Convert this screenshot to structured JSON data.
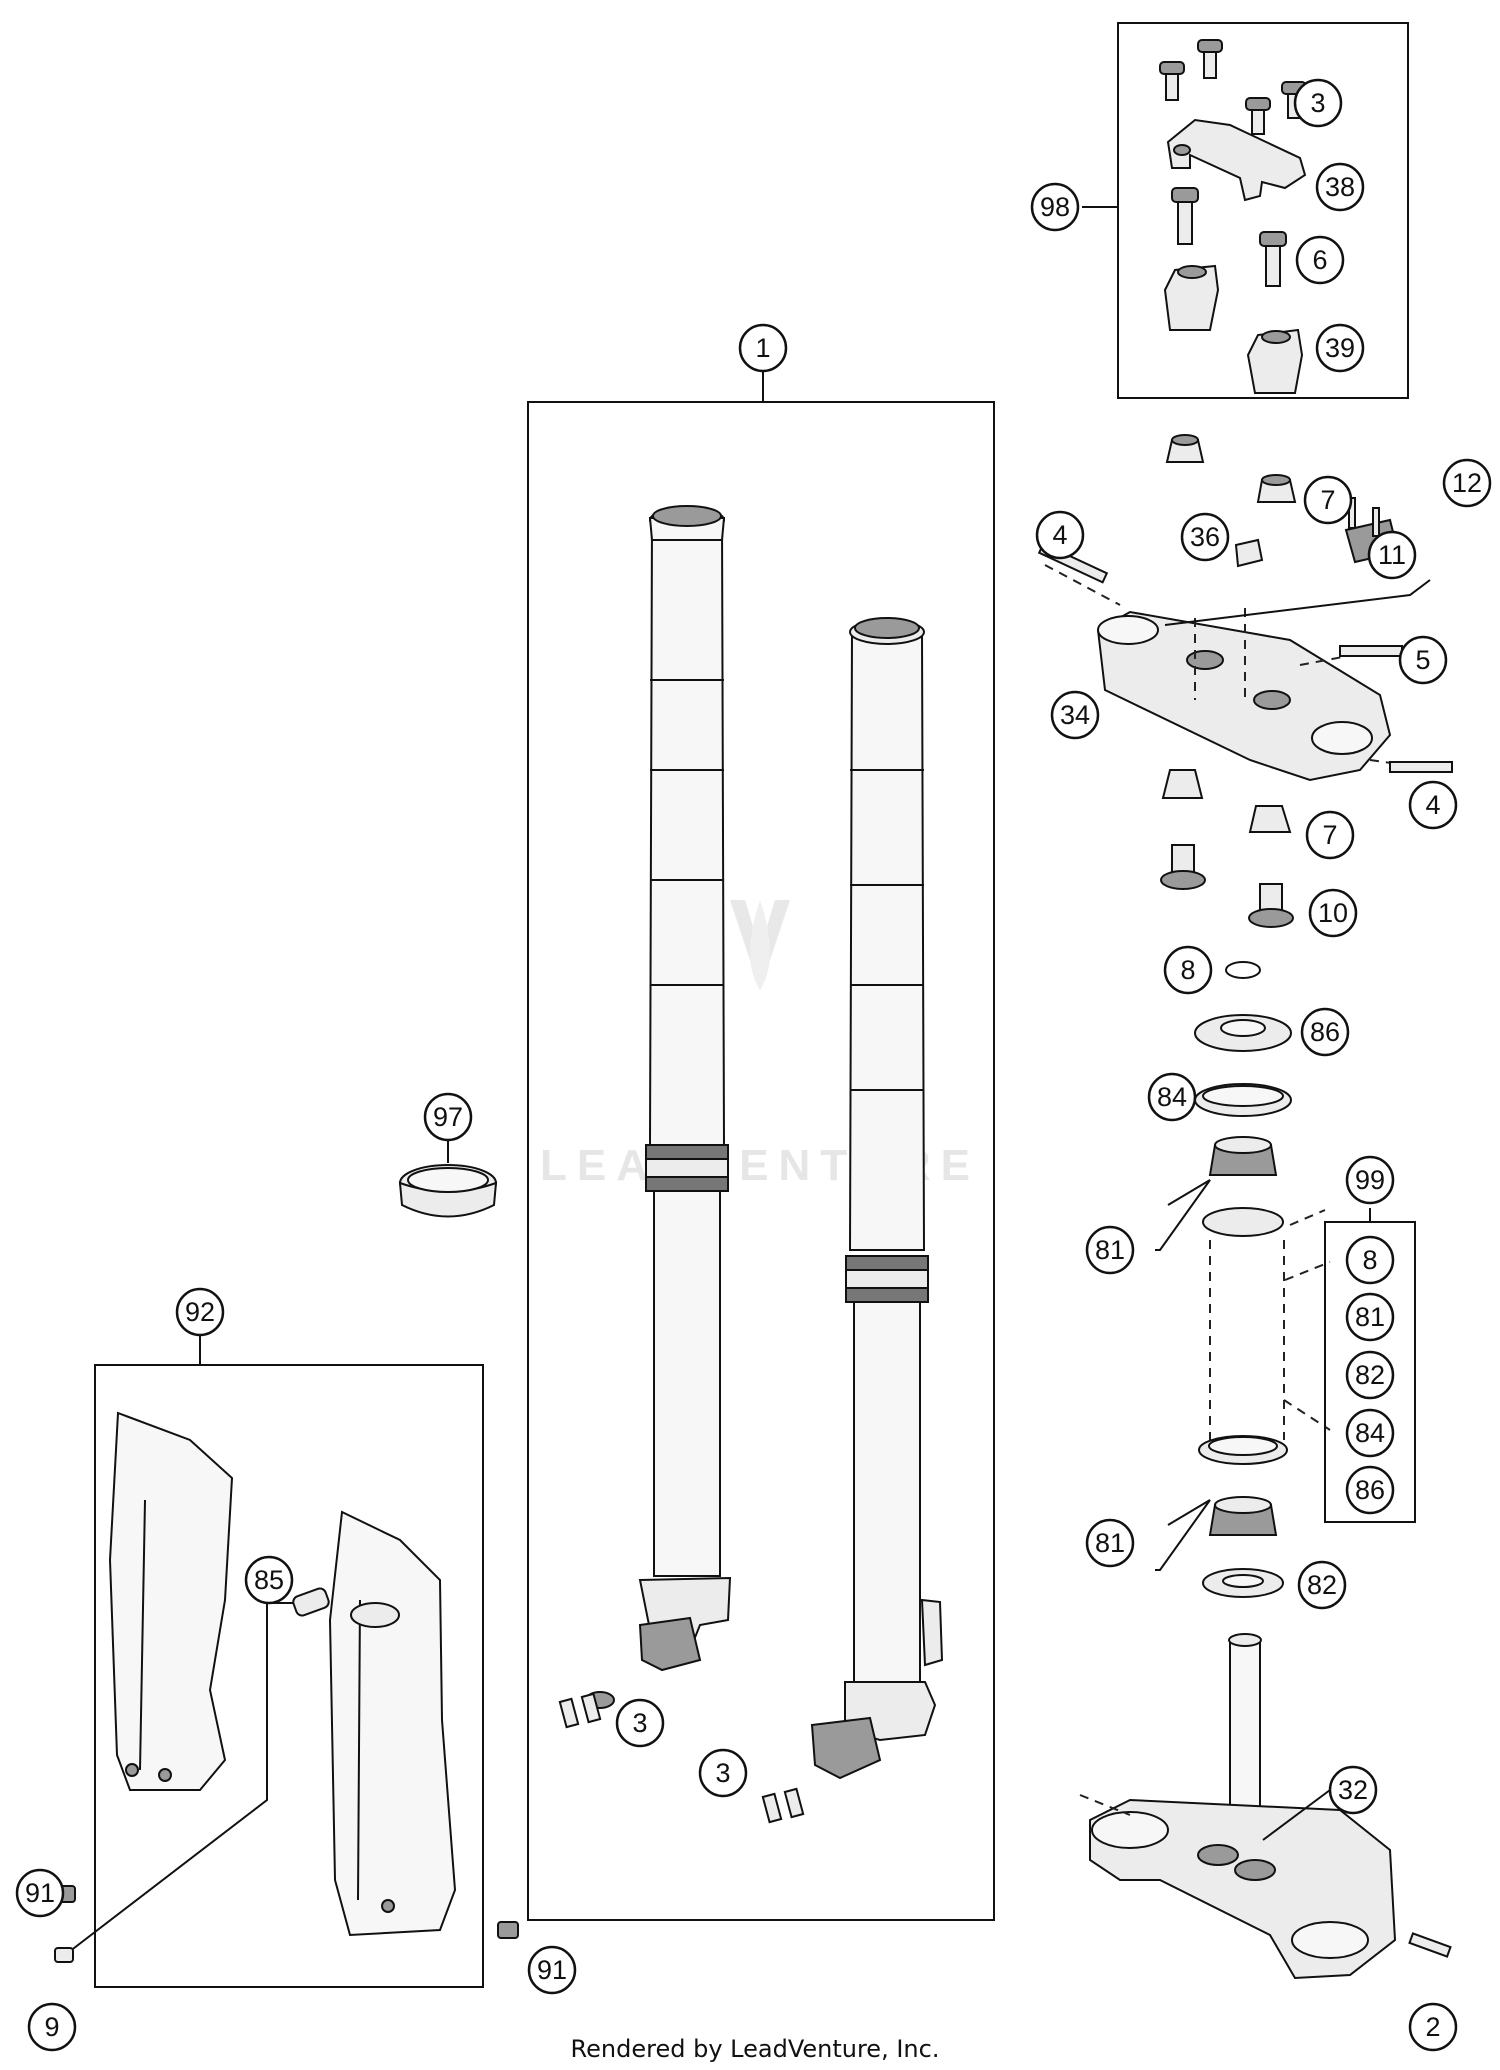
{
  "watermark": {
    "text": "LEADVENTURE"
  },
  "footer": {
    "text": "Rendered by LeadVenture, Inc."
  },
  "callouts": {
    "c98": "98",
    "c3a": "3",
    "c38": "38",
    "c6": "6",
    "c39": "39",
    "c1": "1",
    "c12": "12",
    "c7a": "7",
    "c4a": "4",
    "c36": "36",
    "c11": "11",
    "c5": "5",
    "c34": "34",
    "c4b": "4",
    "c7b": "7",
    "c10": "10",
    "c8": "8",
    "c86": "86",
    "c84": "84",
    "c97": "97",
    "c99": "99",
    "c81a": "81",
    "c92": "92",
    "c85": "85",
    "c81b": "81",
    "c82": "82",
    "c3b": "3",
    "c3c": "3",
    "c32": "32",
    "c91a": "91",
    "c91b": "91",
    "c9": "9",
    "c2": "2"
  },
  "kit_99_list": [
    "8",
    "81",
    "82",
    "84",
    "86"
  ]
}
